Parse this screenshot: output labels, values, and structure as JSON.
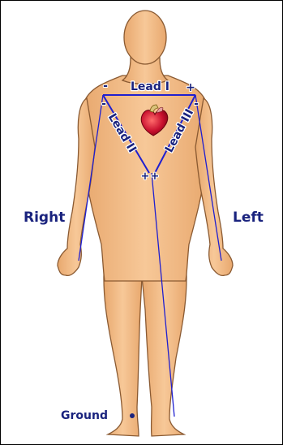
{
  "labels": {
    "lead_i": "Lead I",
    "lead_ii": "Lead II",
    "lead_iii": "Lead III",
    "right": "Right",
    "left": "Left",
    "ground": "Ground"
  },
  "signs": {
    "lead_i_negative": "-",
    "lead_i_positive": "+",
    "lead_ii_negative": "-",
    "lead_ii_positive": "+",
    "lead_iii_negative": "-",
    "lead_iii_positive": "+"
  },
  "icons": {
    "heart": "heart-icon",
    "ground_electrode": "electrode-dot-icon"
  },
  "colors": {
    "skin": "#f4c08e",
    "skin_outline": "#8a5a32",
    "lead_lines": "#1f1fd0",
    "label_text": "#1a237e",
    "heart": "#c8102e"
  }
}
